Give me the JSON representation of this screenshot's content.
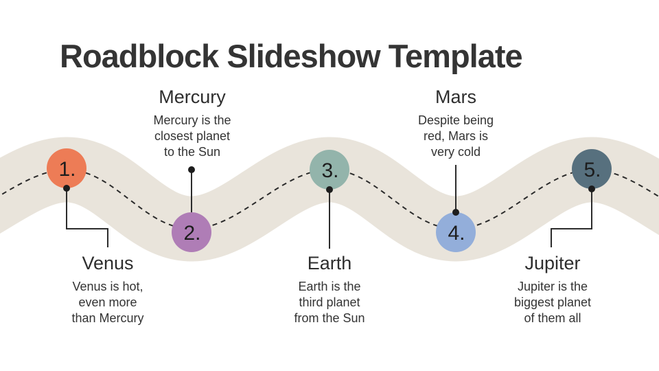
{
  "slide": {
    "title": "Roadblock Slideshow Template",
    "road_color": "#E9E4DB",
    "line_color": "#2b2b2b",
    "stops": [
      {
        "number": "1.",
        "planet": "Venus",
        "description": "Venus is hot,\neven more\nthan Mercury",
        "color": "#ED7C56",
        "label_position": "bottom"
      },
      {
        "number": "2.",
        "planet": "Mercury",
        "description": "Mercury is the\nclosest planet\nto the Sun",
        "color": "#AF7DB6",
        "label_position": "top"
      },
      {
        "number": "3.",
        "planet": "Earth",
        "description": "Earth is the\nthird planet\nfrom the Sun",
        "color": "#93B4AB",
        "label_position": "bottom"
      },
      {
        "number": "4.",
        "planet": "Mars",
        "description": "Despite being\nred, Mars is\nvery cold",
        "color": "#93AEDA",
        "label_position": "top"
      },
      {
        "number": "5.",
        "planet": "Jupiter",
        "description": "Jupiter is the\nbiggest planet\nof them all",
        "color": "#57707E",
        "label_position": "bottom"
      }
    ]
  }
}
